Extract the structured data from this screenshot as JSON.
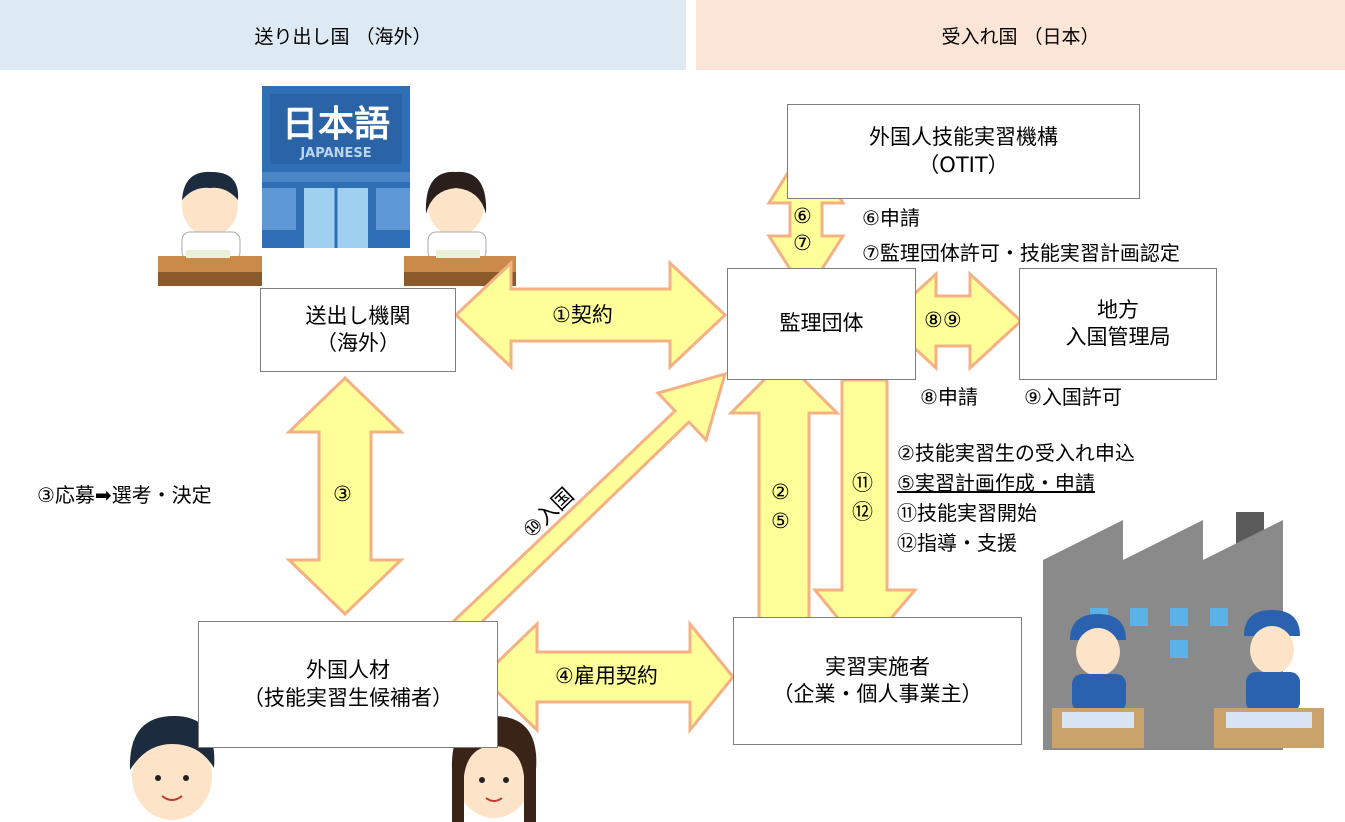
{
  "header": {
    "left": "送り出し国 （海外）",
    "right": "受入れ国 （日本）"
  },
  "school_sign": {
    "title": "日本語",
    "subtitle": "JAPANESE"
  },
  "boxes": {
    "otit": {
      "line1": "外国人技能実習機構",
      "line2": "（OTIT）"
    },
    "sending": {
      "line1": "送出し機関",
      "line2": "（海外）"
    },
    "supervising": {
      "line1": "監理団体"
    },
    "immigration": {
      "line1": "地方",
      "line2": "入国管理局"
    },
    "foreign": {
      "line1": "外国人材",
      "line2": "（技能実習生候補者）"
    },
    "implementer": {
      "line1": "実習実施者",
      "line2": "（企業・個人事業主）"
    }
  },
  "arrow_labels": {
    "contract": "①契約",
    "nums_67": [
      "⑥",
      "⑦"
    ],
    "nums_89": "⑧⑨",
    "num_3": "③",
    "entry": "⑩入国",
    "nums_25": [
      "②",
      "⑤"
    ],
    "nums_1112": [
      "⑪",
      "⑫"
    ],
    "employment": "④雇用契約"
  },
  "notes": {
    "apply_otit": "⑥申請",
    "permit": "⑦監理団体許可・技能実習計画認定",
    "apply_imm": "⑧申請",
    "entry_permit": "⑨入国許可",
    "selection": "③応募➡選考・決定",
    "steps": [
      "②技能実習生の受入れ申込",
      "⑤実習計画作成・申請",
      "⑪技能実習開始",
      "⑫指導・支援"
    ]
  },
  "colors": {
    "arrow_fill": "#ffff99",
    "arrow_stroke": "#f4b183",
    "band_left": "#dde9f3",
    "band_right": "#fbe5d6"
  }
}
